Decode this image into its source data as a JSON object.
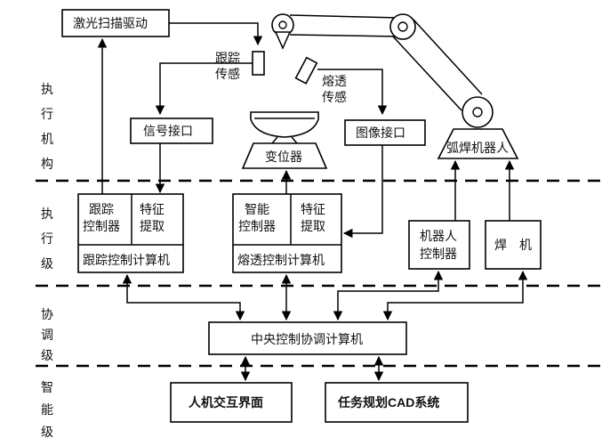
{
  "levels": {
    "execution_mechanism": [
      "执",
      "行",
      "机",
      "构"
    ],
    "execution_level": [
      "执",
      "行",
      "级"
    ],
    "coordination_level": [
      "协",
      "调",
      "级"
    ],
    "intelligence_level": [
      "智",
      "能",
      "级"
    ]
  },
  "nodes": {
    "laser_scan_drive": "激光扫描驱动",
    "tracking_sensor": [
      "跟踪",
      "传感"
    ],
    "penetration_sensor": [
      "熔透",
      "传感"
    ],
    "signal_interface": "信号接口",
    "positioner": "变位器",
    "image_interface": "图像接口",
    "arc_welding_robot": "弧焊机器人",
    "tracking_controller": [
      "跟踪",
      "控制器"
    ],
    "feature_extraction_1": [
      "特征",
      "提取"
    ],
    "tracking_computer": "跟踪控制计算机",
    "smart_controller": [
      "智能",
      "控制器"
    ],
    "feature_extraction_2": [
      "特征",
      "提取"
    ],
    "penetration_computer": "熔透控制计算机",
    "robot_controller": [
      "机器人",
      "控制器"
    ],
    "welder": "焊　机",
    "central_computer": "中央控制协调计算机",
    "hmi": "人机交互界面",
    "cad_system": "任务规划CAD系统"
  }
}
